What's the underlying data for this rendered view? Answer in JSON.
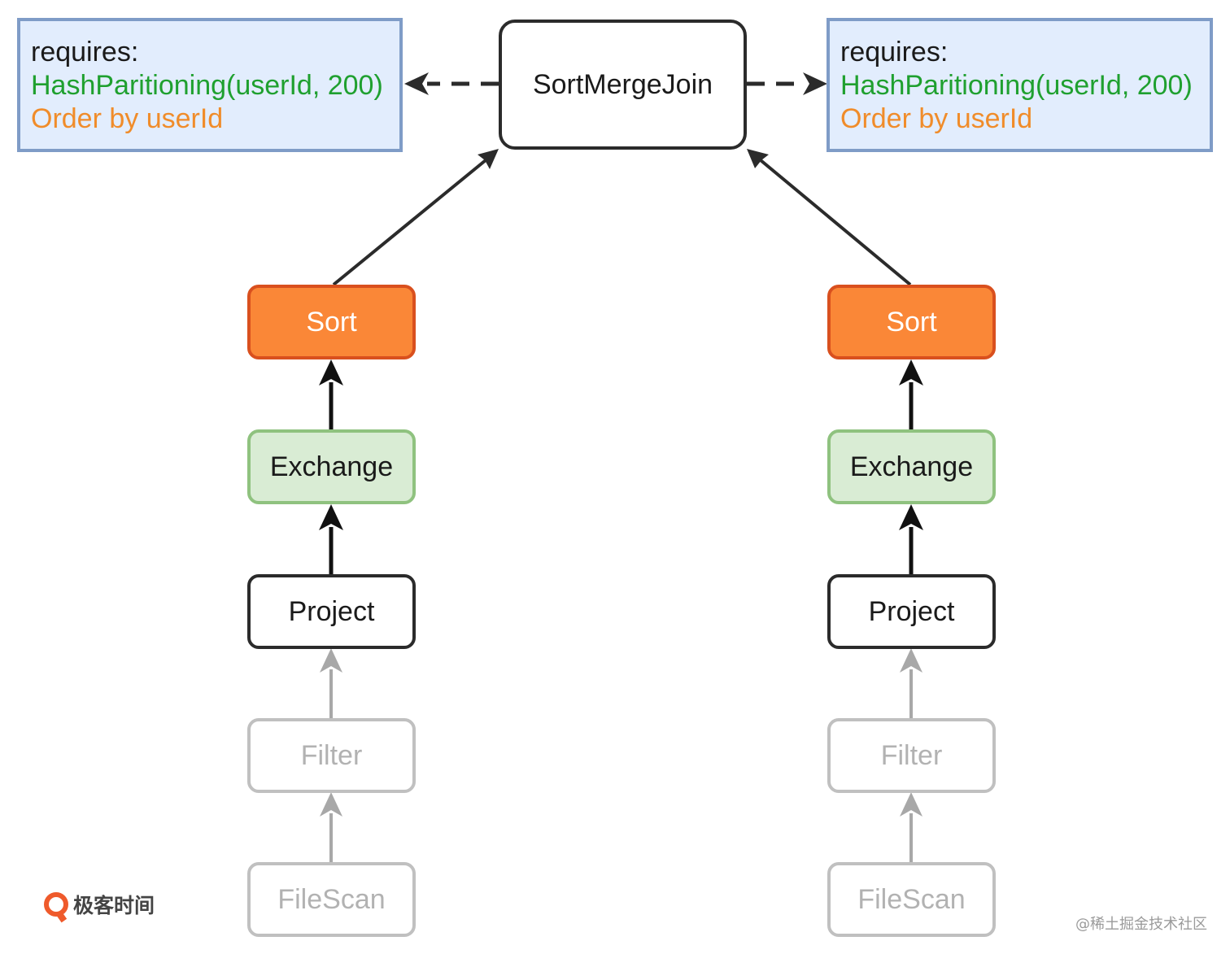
{
  "join": {
    "label": "SortMergeJoin"
  },
  "requirements": {
    "left": {
      "requires": "requires:",
      "partitioning": "HashParitioning(userId, 200)",
      "order": "Order by userId"
    },
    "right": {
      "requires": "requires:",
      "partitioning": "HashParitioning(userId, 200)",
      "order": "Order by userId"
    }
  },
  "left_branch": {
    "sort": "Sort",
    "exchange": "Exchange",
    "project": "Project",
    "filter": "Filter",
    "filescan": "FileScan"
  },
  "right_branch": {
    "sort": "Sort",
    "exchange": "Exchange",
    "project": "Project",
    "filter": "Filter",
    "filescan": "FileScan"
  },
  "colors": {
    "sort_fill": "#fa8737",
    "exchange_fill": "#d9ecd4",
    "requirement_fill": "#e2edfd",
    "partitioning_text": "#1fa02f",
    "order_text": "#f08c2a",
    "faded": "#b2b2b2"
  },
  "watermark": {
    "logo_text": "极客时间",
    "credit": "@稀土掘金技术社区"
  }
}
